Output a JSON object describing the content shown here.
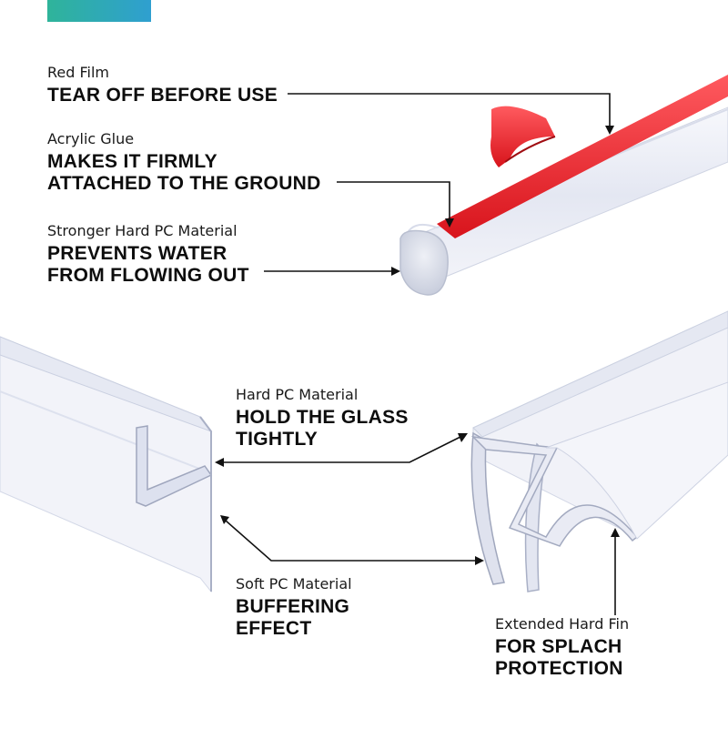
{
  "callouts": [
    {
      "sub": "Red Film",
      "lines": [
        "TEAR OFF BEFORE USE"
      ]
    },
    {
      "sub": "Acrylic Glue",
      "lines": [
        "MAKES IT FIRMLY",
        "ATTACHED TO THE GROUND"
      ]
    },
    {
      "sub": "Stronger Hard PC Material",
      "lines": [
        "PREVENTS WATER",
        "FROM FLOWING OUT"
      ]
    },
    {
      "sub": "Hard PC Material",
      "lines": [
        "HOLD THE GLASS",
        "TIGHTLY"
      ]
    },
    {
      "sub": "Soft PC Material",
      "lines": [
        "BUFFERING",
        "EFFECT"
      ]
    },
    {
      "sub": "Extended Hard Fin",
      "lines": [
        "FOR SPLACH",
        "PROTECTION"
      ]
    }
  ],
  "colors": {
    "accent_start": "#2fb49a",
    "accent_end": "#2f9fd0",
    "film_red": "#e8242c",
    "pc_clear": "#dfe3ef"
  }
}
